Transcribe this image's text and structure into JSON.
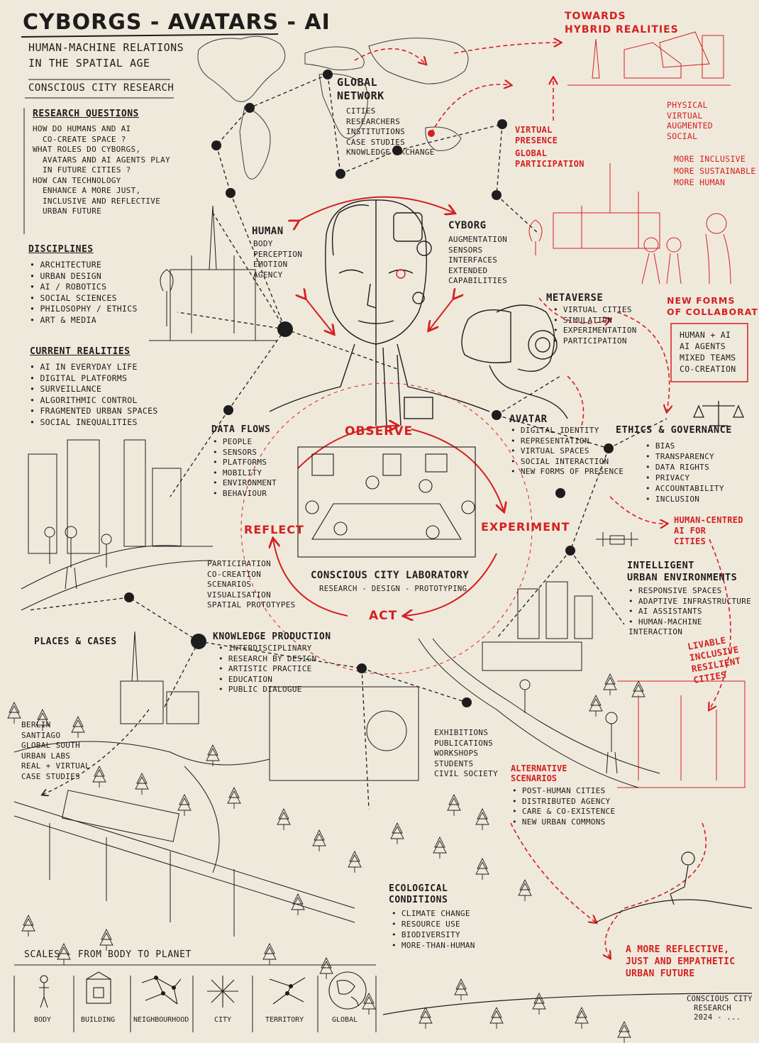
{
  "title": "CYBORGS - AVATARS - AI",
  "subtitle_lines": [
    "HUMAN-MACHINE RELATIONS",
    "IN THE SPATIAL AGE"
  ],
  "org": "CONSCIOUS CITY RESEARCH",
  "research_questions": {
    "heading": "RESEARCH QUESTIONS",
    "items": [
      "HOW DO HUMANS AND AI",
      "CO-CREATE SPACE ?",
      "WHAT ROLES DO CYBORGS,",
      "AVATARS AND AI AGENTS PLAY",
      "IN FUTURE CITIES ?",
      "HOW CAN TECHNOLOGY",
      "ENHANCE A MORE JUST,",
      "INCLUSIVE AND REFLECTIVE",
      "URBAN FUTURE"
    ]
  },
  "disciplines": {
    "heading": "DISCIPLINES",
    "items": [
      "ARCHITECTURE",
      "URBAN DESIGN",
      "AI / ROBOTICS",
      "SOCIAL SCIENCES",
      "PHILOSOPHY / ETHICS",
      "ART & MEDIA"
    ]
  },
  "current_realities": {
    "heading": "CURRENT REALITIES",
    "items": [
      "AI IN EVERYDAY LIFE",
      "DIGITAL PLATFORMS",
      "SURVEILLANCE",
      "ALGORITHMIC CONTROL",
      "FRAGMENTED URBAN SPACES",
      "SOCIAL INEQUALITIES"
    ]
  },
  "global_network": {
    "heading_lines": [
      "GLOBAL",
      "NETWORK"
    ],
    "items": [
      "CITIES",
      "RESEARCHERS",
      "INSTITUTIONS",
      "CASE STUDIES",
      "KNOWLEDGE EXCHANGE"
    ]
  },
  "human": {
    "heading": "HUMAN",
    "items": [
      "BODY",
      "PERCEPTION",
      "EMOTION",
      "AGENCY"
    ]
  },
  "cyborg": {
    "heading": "CYBORG",
    "items": [
      "AUGMENTATION",
      "SENSORS",
      "INTERFACES",
      "EXTENDED",
      "CAPABILITIES"
    ]
  },
  "metaverse": {
    "heading": "METAVERSE",
    "items": [
      "VIRTUAL CITIES",
      "SIMULATION",
      "EXPERIMENTATION",
      "PARTICIPATION"
    ]
  },
  "avatar": {
    "heading": "AVATAR",
    "items": [
      "DIGITAL IDENTITY",
      "REPRESENTATION",
      "VIRTUAL SPACES",
      "SOCIAL INTERACTION",
      "NEW FORMS OF PRESENCE"
    ]
  },
  "data_flows": {
    "heading": "DATA FLOWS",
    "items": [
      "PEOPLE",
      "SENSORS",
      "PLATFORMS",
      "MOBILITY",
      "ENVIRONMENT",
      "BEHAVIOUR"
    ]
  },
  "ethics": {
    "heading": "ETHICS & GOVERNANCE",
    "items": [
      "BIAS",
      "TRANSPARENCY",
      "DATA RIGHTS",
      "PRIVACY",
      "ACCOUNTABILITY",
      "INCLUSION"
    ]
  },
  "towards_hybrid": {
    "lines": [
      "TOWARDS",
      "HYBRID REALITIES"
    ]
  },
  "hybrid_layers": [
    "PHYSICAL",
    "VIRTUAL",
    "AUGMENTED",
    "SOCIAL"
  ],
  "virtual_presence": [
    "VIRTUAL",
    "PRESENCE"
  ],
  "global_participation": [
    "GLOBAL",
    "PARTICIPATION"
  ],
  "more_inclusive": [
    "MORE INCLUSIVE",
    "MORE SUSTAINABLE",
    "MORE HUMAN"
  ],
  "new_forms": {
    "lines": [
      "NEW FORMS",
      "OF COLLABORATION"
    ],
    "items": [
      "HUMAN + AI",
      "AI AGENTS",
      "MIXED TEAMS",
      "CO-CREATION"
    ]
  },
  "cycle": {
    "observe": "OBSERVE",
    "experiment": "EXPERIMENT",
    "act": "ACT",
    "reflect": "REFLECT",
    "lab_title": "CONSCIOUS CITY LABORATORY",
    "lab_sub": "RESEARCH - DESIGN - PROTOTYPING"
  },
  "participation": [
    "PARTICIPATION",
    "CO-CREATION",
    "SCENARIOS",
    "VISUALISATION",
    "SPATIAL PROTOTYPES"
  ],
  "human_centred": [
    "HUMAN-CENTRED",
    "AI FOR",
    "CITIES"
  ],
  "intelligent": {
    "heading_lines": [
      "INTELLIGENT",
      "URBAN ENVIRONMENTS"
    ],
    "items": [
      "RESPONSIVE SPACES",
      "ADAPTIVE INFRASTRUCTURE",
      "AI ASSISTANTS",
      "HUMAN-MACHINE INTERACTION"
    ]
  },
  "knowledge": {
    "heading": "KNOWLEDGE PRODUCTION",
    "items": [
      "INTERDISCIPLINARY",
      "RESEARCH BY DESIGN",
      "ARTISTIC PRACTICE",
      "EDUCATION",
      "PUBLIC DIALOGUE"
    ]
  },
  "places": {
    "heading": "PLACES & CASES",
    "items": [
      "BERLIN",
      "SANTIAGO",
      "GLOBAL SOUTH",
      "URBAN LABS",
      "REAL + VIRTUAL",
      "CASE STUDIES"
    ]
  },
  "exhibitions": [
    "EXHIBITIONS",
    "PUBLICATIONS",
    "WORKSHOPS",
    "STUDENTS",
    "CIVIL SOCIETY"
  ],
  "livable": [
    "LIVABLE",
    "INCLUSIVE",
    "RESILIENT",
    "CITIES"
  ],
  "alternative": {
    "heading_lines": [
      "ALTERNATIVE",
      "SCENARIOS"
    ],
    "items": [
      "POST-HUMAN CITIES",
      "DISTRIBUTED AGENCY",
      "CARE & CO-EXISTENCE",
      "NEW URBAN COMMONS"
    ]
  },
  "ecological": {
    "heading_lines": [
      "ECOLOGICAL",
      "CONDITIONS"
    ],
    "items": [
      "CLIMATE CHANGE",
      "RESOURCE USE",
      "BIODIVERSITY",
      "MORE-THAN-HUMAN"
    ]
  },
  "future": [
    "A MORE REFLECTIVE,",
    "JUST AND EMPATHETIC",
    "URBAN FUTURE"
  ],
  "scales": {
    "heading": "SCALES - FROM BODY TO PLANET",
    "items": [
      "BODY",
      "BUILDING",
      "NEIGHBOURHOOD",
      "CITY",
      "TERRITORY",
      "GLOBAL"
    ]
  },
  "footer": [
    "CONSCIOUS CITY",
    "RESEARCH",
    "2024 - ..."
  ],
  "colors": {
    "paper": "#efe9dc",
    "ink": "#1d1d1d",
    "accent_red": "#d42020"
  }
}
